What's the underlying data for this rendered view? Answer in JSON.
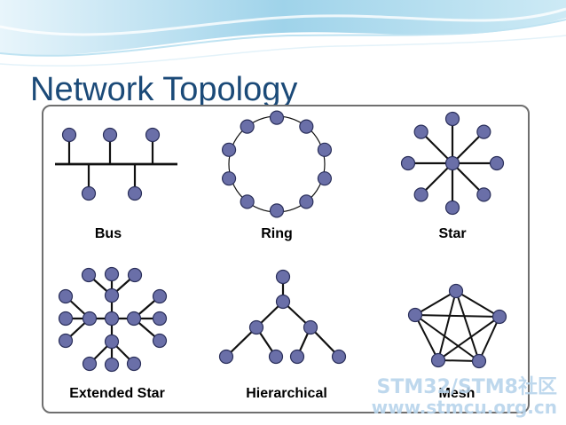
{
  "slide": {
    "title": "Network Topology"
  },
  "topologies": [
    {
      "key": "bus",
      "label": "Bus"
    },
    {
      "key": "ring",
      "label": "Ring"
    },
    {
      "key": "star",
      "label": "Star"
    },
    {
      "key": "extended_star",
      "label": "Extended Star"
    },
    {
      "key": "hierarchical",
      "label": "Hierarchical"
    },
    {
      "key": "mesh",
      "label": "Mesh"
    }
  ],
  "watermark": {
    "line1": "STM32/STM8社区",
    "line2": "www.stmcu.org.cn"
  },
  "colors": {
    "title": "#1b4a78",
    "node_fill": "#6a6fa8",
    "node_stroke": "#2a2f5a",
    "link": "#111111",
    "panel_border": "#6f6f6f",
    "wave": "#9fd3ea",
    "watermark": "#b8d4ec"
  }
}
